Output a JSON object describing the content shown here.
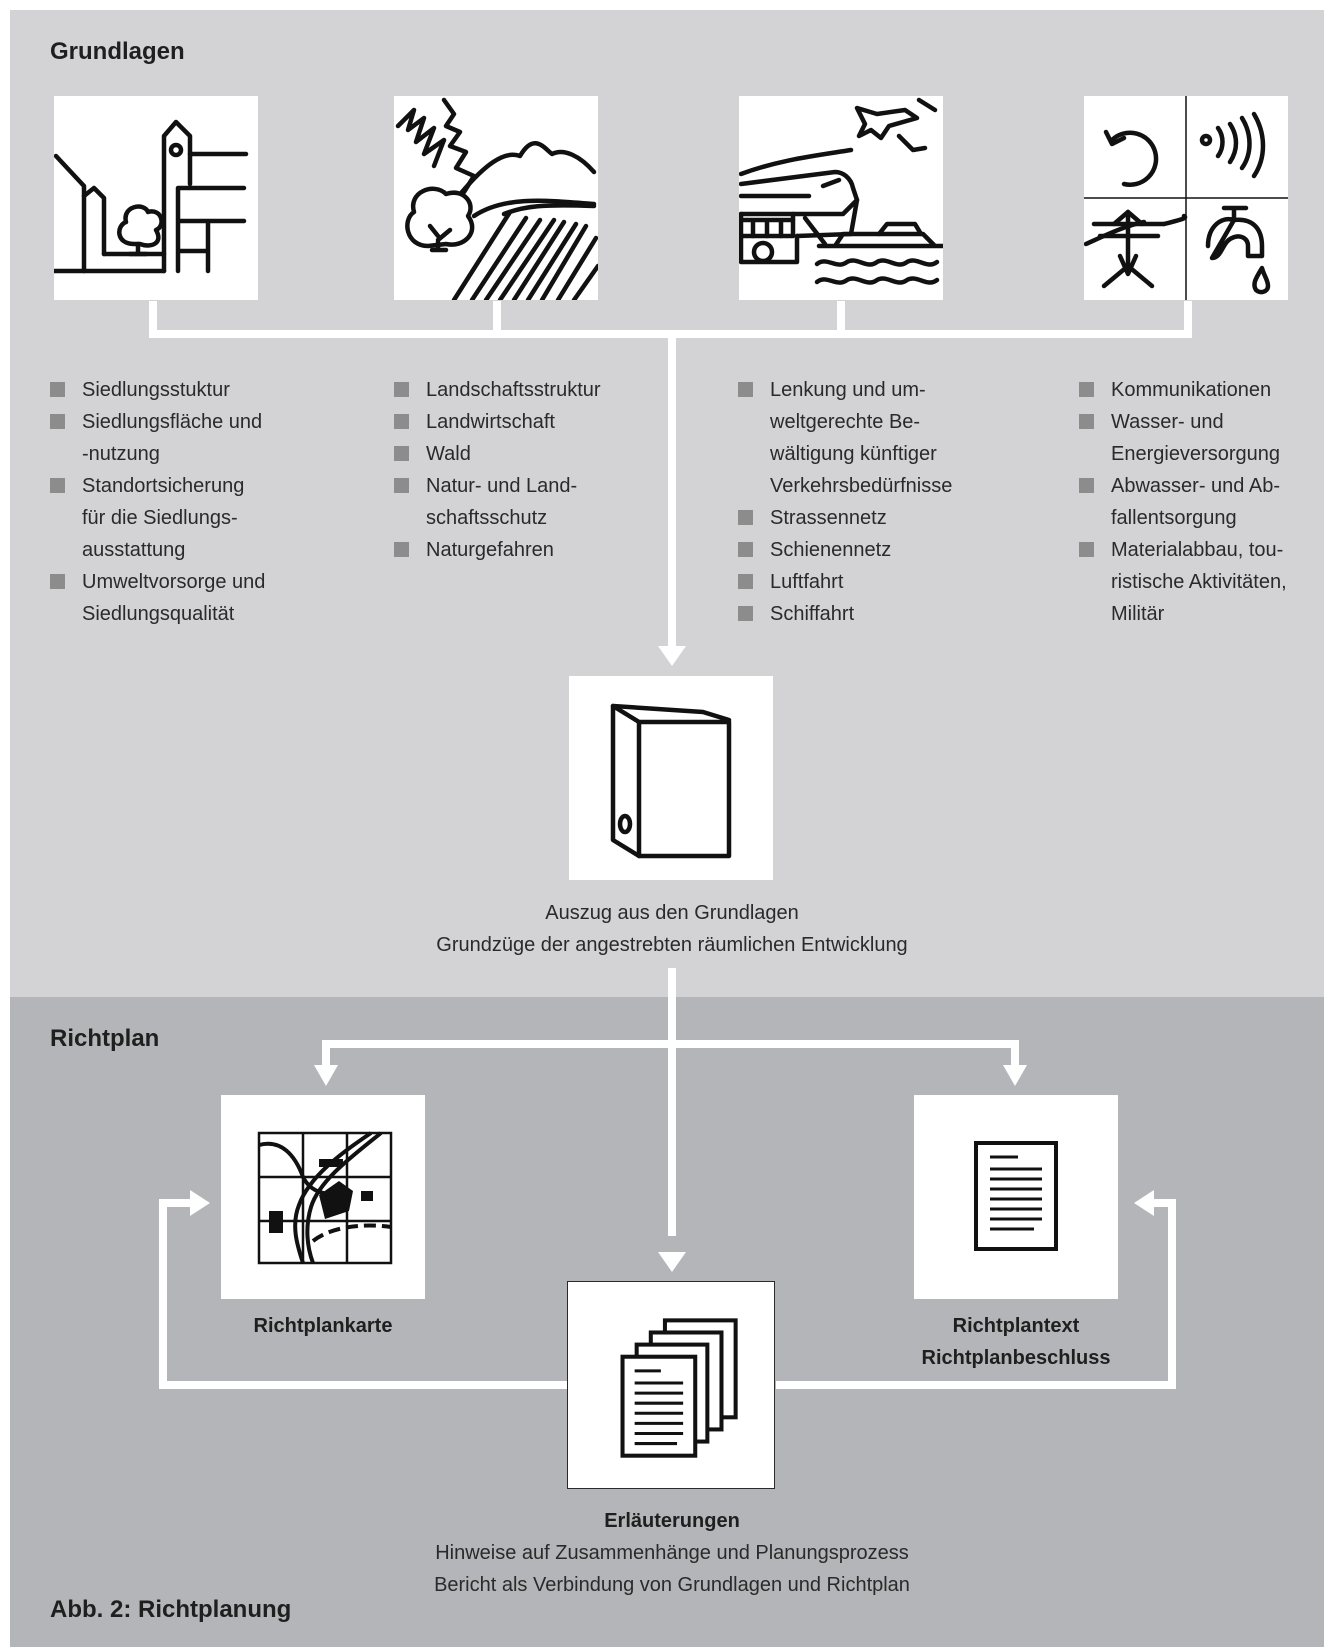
{
  "sections": {
    "grundlagen_title": "Grundlagen",
    "richtplan_title": "Richtplan"
  },
  "icons": [
    {
      "name": "settlement-icon"
    },
    {
      "name": "landscape-icon"
    },
    {
      "name": "transport-icon"
    },
    {
      "name": "infrastructure-icon"
    }
  ],
  "lists": {
    "siedlung": [
      {
        "lines": [
          "Siedlungsstuktur"
        ]
      },
      {
        "lines": [
          "Siedlungsfläche und",
          "-nutzung"
        ]
      },
      {
        "lines": [
          "Standortsicherung",
          "für die Siedlungs-",
          "ausstattung"
        ]
      },
      {
        "lines": [
          "Umweltvorsorge und",
          "Siedlungsqualität"
        ]
      }
    ],
    "landschaft": [
      {
        "lines": [
          "Landschaftsstruktur"
        ]
      },
      {
        "lines": [
          "Landwirtschaft"
        ]
      },
      {
        "lines": [
          "Wald"
        ]
      },
      {
        "lines": [
          "Natur- und Land-",
          "schaftsschutz"
        ]
      },
      {
        "lines": [
          "Naturgefahren"
        ]
      }
    ],
    "verkehr": [
      {
        "lines": [
          "Lenkung und um-",
          "weltgerechte Be-",
          "wältigung künftiger",
          "Verkehrsbedürfnisse"
        ]
      },
      {
        "lines": [
          "Strassennetz"
        ]
      },
      {
        "lines": [
          "Schienennetz"
        ]
      },
      {
        "lines": [
          "Luftfahrt"
        ]
      },
      {
        "lines": [
          "Schiffahrt"
        ]
      }
    ],
    "versorgung": [
      {
        "lines": [
          "Kommunikationen"
        ]
      },
      {
        "lines": [
          "Wasser- und",
          "Energieversorgung"
        ]
      },
      {
        "lines": [
          "Abwasser- und Ab-",
          "fallentsorgung"
        ]
      },
      {
        "lines": [
          "Materialabbau, tou-",
          "ristische Aktivitäten,",
          "Militär"
        ]
      }
    ]
  },
  "auszug": {
    "line1": "Auszug aus den Grundlagen",
    "line2": "Grundzüge der angestrebten räumlichen Entwicklung"
  },
  "richtplankarte": {
    "label": "Richtplankarte"
  },
  "richtplantext": {
    "line1": "Richtplantext",
    "line2": "Richtplanbeschluss"
  },
  "erlaeuterungen": {
    "title": "Erläuterungen",
    "line1": "Hinweise auf Zusammenhänge und Planungsprozess",
    "line2": "Bericht als Verbindung von Grundlagen und Richtplan"
  },
  "figure_caption": "Abb. 2: Richtplanung",
  "colors": {
    "top_background": "#d3d3d5",
    "bottom_background": "#b4b5b8",
    "connector": "#ffffff",
    "bullet": "#8c8c8c"
  }
}
